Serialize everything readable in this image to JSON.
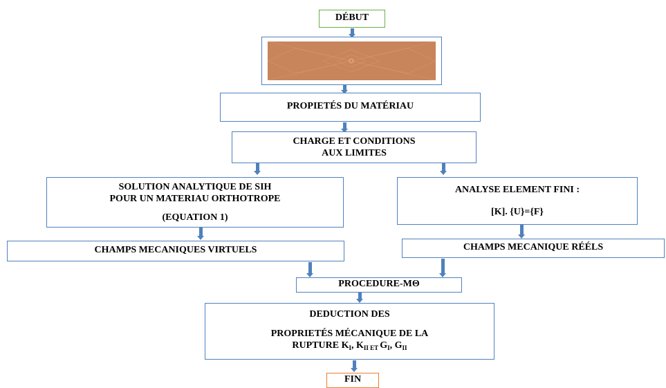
{
  "start": {
    "label": "DÉBUT"
  },
  "material": {
    "label": "PROPIETÉS DU MATÉRIAU"
  },
  "loads": {
    "line1": "CHARGE ET CONDITIONS",
    "line2": "AUX LIMITES"
  },
  "analytic": {
    "line1": "SOLUTION ANALYTIQUE  DE SIH",
    "line2": "POUR UN MATERIAU ORTHOTROPE",
    "line3": "(EQUATION 1)"
  },
  "fem": {
    "line1": "ANALYSE ELEMENT FINI :",
    "line2": "[K]. {U}={F}"
  },
  "virtual_fields": {
    "label": "CHAMPS MECANIQUES VIRTUELS"
  },
  "real_fields": {
    "label": "CHAMPS MECANIQUE RÉÉLS"
  },
  "procedure": {
    "label": "PROCEDURE-MΘ"
  },
  "deduction": {
    "line1": "DEDUCTION DES",
    "line2": "PROPRIETÉS MÉCANIQUE DE LA",
    "line3_prefix": "RUPTURE K",
    "sub_I": "I",
    "sep1": ", K",
    "sub_II": "II",
    "et": " ET ",
    "g1": "G",
    "sub_I2": "I",
    "sep2": ", G",
    "sub_II2": "II"
  },
  "end": {
    "label": "FIN"
  },
  "colors": {
    "box_border": "#4f81bd",
    "start_border": "#70ad47",
    "end_border": "#ed7d31",
    "mesh": "#c8845b"
  }
}
